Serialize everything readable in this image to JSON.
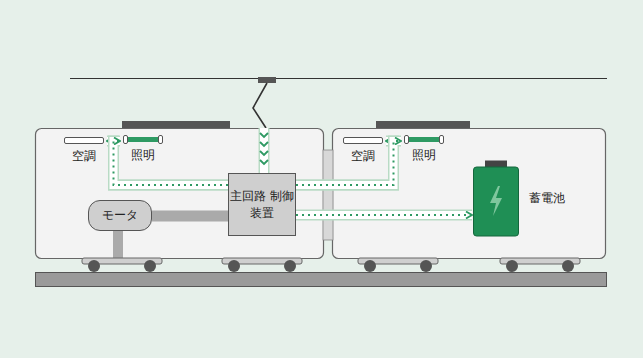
{
  "diagram": {
    "nodes": [
      {
        "text": [
          "空調"
        ]
      },
      {
        "text": [
          "照明"
        ]
      },
      {
        "text": [
          "主回路 制御 装置"
        ]
      },
      {
        "text": [
          "モータ"
        ]
      },
      {
        "text": [
          "空調"
        ]
      },
      {
        "text": [
          "照明"
        ]
      },
      {
        "text": [
          "蓄電池"
        ]
      }
    ],
    "edges": [
      {
        "from": 2,
        "to": 0,
        "arrow": "to"
      },
      {
        "from": 2,
        "to": 1,
        "arrow": "to"
      },
      {
        "from": 2,
        "to": 4,
        "arrow": "to"
      },
      {
        "from": 2,
        "to": 5,
        "arrow": "to"
      },
      {
        "from": 2,
        "to": 6,
        "arrow": "to"
      },
      {
        "from": 2,
        "to": 3,
        "arrow": "none"
      }
    ]
  }
}
